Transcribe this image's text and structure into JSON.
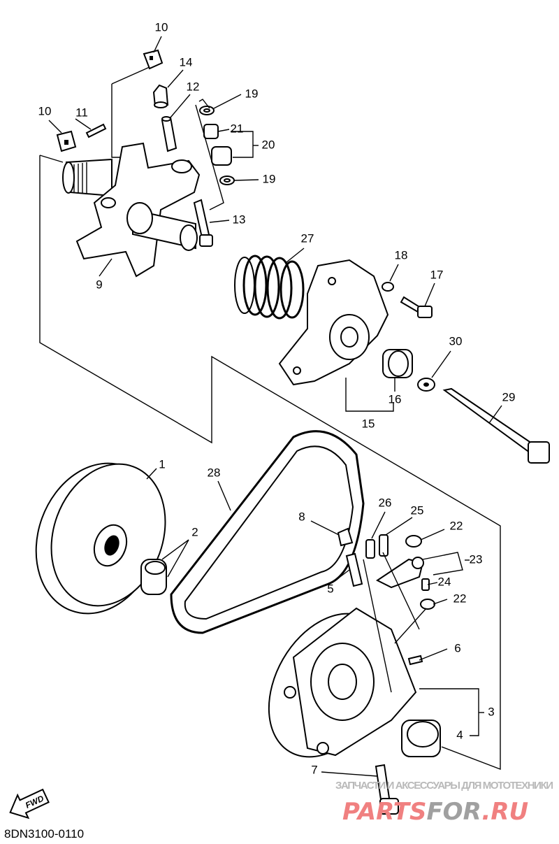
{
  "diagram_code": "8DN3100-0110",
  "direction_label": "FWD",
  "callouts": [
    {
      "label": "10"
    },
    {
      "label": "14"
    },
    {
      "label": "12"
    },
    {
      "label": "19"
    },
    {
      "label": "10"
    },
    {
      "label": "11"
    },
    {
      "label": "21"
    },
    {
      "label": "20"
    },
    {
      "label": "19"
    },
    {
      "label": "13"
    },
    {
      "label": "27"
    },
    {
      "label": "18"
    },
    {
      "label": "17"
    },
    {
      "label": "9"
    },
    {
      "label": "30"
    },
    {
      "label": "29"
    },
    {
      "label": "16"
    },
    {
      "label": "15"
    },
    {
      "label": "1"
    },
    {
      "label": "28"
    },
    {
      "label": "26"
    },
    {
      "label": "25"
    },
    {
      "label": "22"
    },
    {
      "label": "8"
    },
    {
      "label": "2"
    },
    {
      "label": "23"
    },
    {
      "label": "5"
    },
    {
      "label": "24"
    },
    {
      "label": "22"
    },
    {
      "label": "6"
    },
    {
      "label": "3"
    },
    {
      "label": "4"
    },
    {
      "label": "7"
    }
  ],
  "watermark": {
    "tagline": "ЗАПЧАСТИ И АКСЕССУАРЫ ДЛЯ МОТОТЕХНИКИ",
    "brand_a": "PARTS",
    "brand_b": "FOR",
    "brand_c": ".RU",
    "color_red": "#f08080",
    "color_gray": "#a0a0a0"
  }
}
